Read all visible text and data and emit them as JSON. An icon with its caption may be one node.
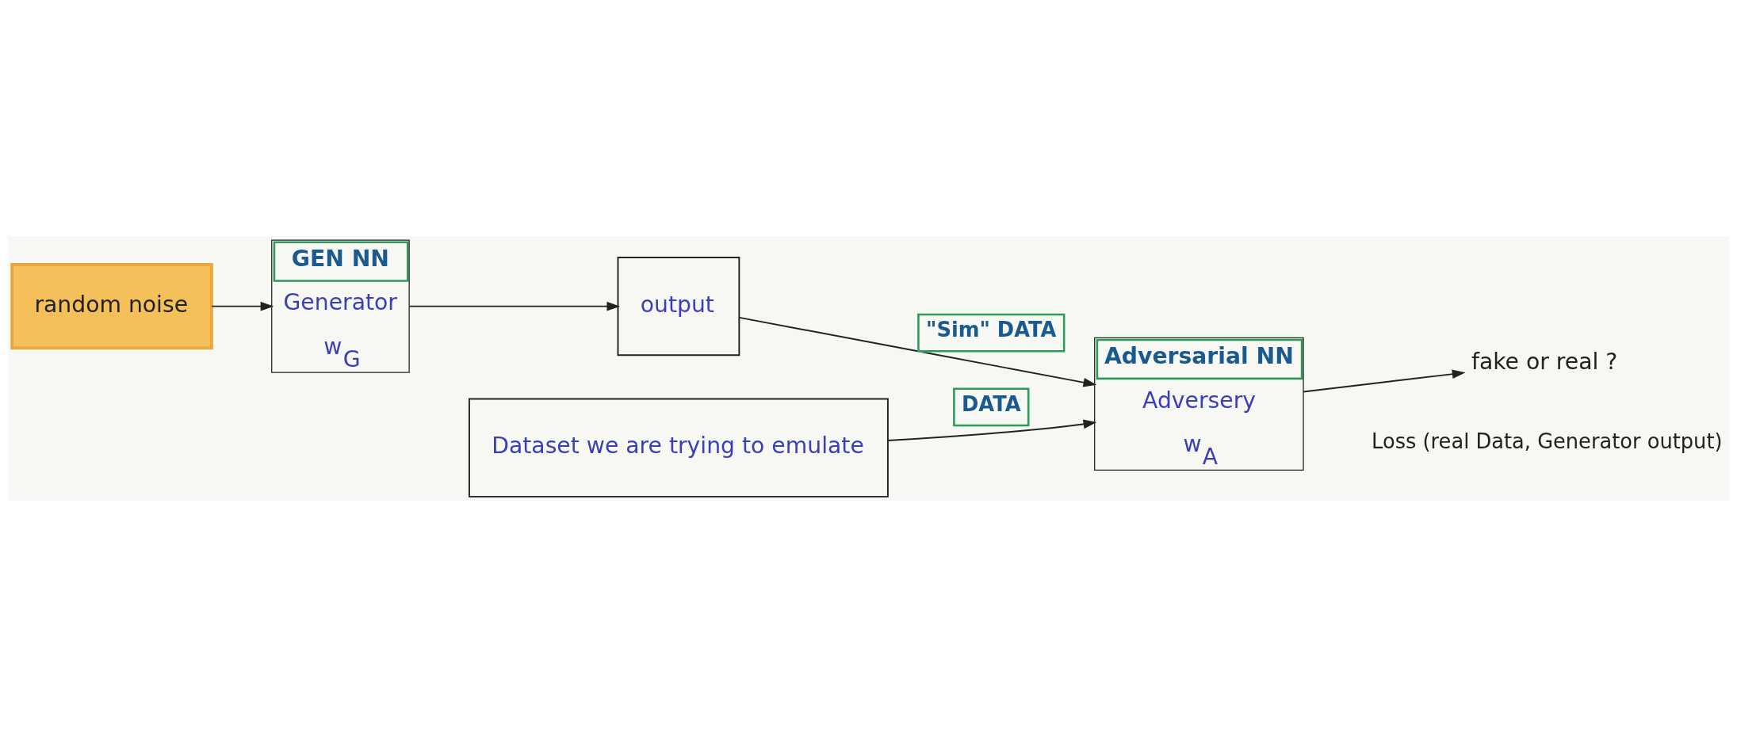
{
  "diagram": {
    "nodes": [
      {
        "text": [
          "random noise"
        ]
      },
      {
        "text": [
          "GEN NN",
          "Generator",
          "w$_{G}$"
        ]
      },
      {
        "text": [
          "output"
        ]
      },
      {
        "text": [
          "Dataset we are trying to emulate"
        ]
      },
      {
        "text": [
          "Adversarial NN",
          "Adversery",
          "w$_{A}$"
        ]
      },
      {
        "text": [
          "fake or real ?"
        ]
      }
    ],
    "edges": [
      {
        "from": 0,
        "to": 1,
        "arrow": "to"
      },
      {
        "from": 1,
        "to": 2,
        "arrow": "to"
      },
      {
        "from": 3,
        "to": 4,
        "arrow": "to",
        "label": "DATA"
      },
      {
        "from": 2,
        "to": 4,
        "arrow": "to",
        "label": "\"Sim\" DATA"
      },
      {
        "from": 4,
        "to": 5,
        "arrow": "to"
      }
    ],
    "labels": [
      "Loss (real Data, Generator output)"
    ]
  }
}
